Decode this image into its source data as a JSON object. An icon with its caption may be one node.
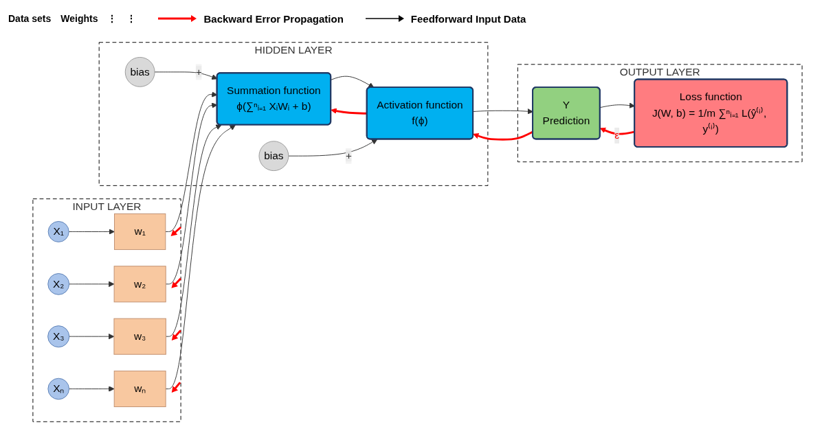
{
  "diagram": {
    "nodes": [
      {
        "text": [
          "INPUT LAYER"
        ]
      },
      {
        "text": [
          "X₁"
        ],
        "in": 0
      },
      {
        "text": [
          "w₁"
        ],
        "in": 0
      },
      {
        "text": [
          "X₂"
        ],
        "in": 0
      },
      {
        "text": [
          "w₂"
        ],
        "in": 0
      },
      {
        "text": [
          "X₃"
        ],
        "in": 0
      },
      {
        "text": [
          "w₃"
        ],
        "in": 0
      },
      {
        "text": [
          "Xₙ"
        ],
        "in": 0
      },
      {
        "text": [
          "wₙ"
        ],
        "in": 0
      },
      {
        "text": [
          "HIDDEN LAYER"
        ]
      },
      {
        "text": [
          "Summation function",
          "ϕ(∑ⁿᵢ₌₁ XᵢWᵢ + b)"
        ],
        "in": 9
      },
      {
        "text": [
          "Activation function",
          "f(ϕ)"
        ],
        "in": 9
      },
      {
        "text": [
          "bias"
        ],
        "in": 9
      },
      {
        "text": [
          "bias"
        ],
        "in": 9
      },
      {
        "text": [
          "OUTPUT LAYER"
        ]
      },
      {
        "text": [
          "Loss function",
          "J(W, b) = 1/m ∑ⁿᵢ₌₁ L(ŷ⁽ⁱ⁾, y⁽ⁱ⁾)"
        ],
        "in": 14
      },
      {
        "text": [
          "Y",
          "Prediction"
        ],
        "in": 14
      }
    ],
    "edges": [
      {
        "from": 1,
        "to": 2,
        "arrow": "to"
      },
      {
        "from": 3,
        "to": 4,
        "arrow": "to"
      },
      {
        "from": 5,
        "to": 6,
        "arrow": "to"
      },
      {
        "from": 7,
        "to": 8,
        "arrow": "to"
      },
      {
        "from": 2,
        "to": 10,
        "arrow": "to"
      },
      {
        "from": 4,
        "to": 10,
        "arrow": "to"
      },
      {
        "from": 6,
        "to": 10,
        "arrow": "to"
      },
      {
        "from": 8,
        "to": 10,
        "arrow": "to"
      },
      {
        "from": 12,
        "to": 10,
        "label": "+",
        "arrow": "to"
      },
      {
        "from": 10,
        "to": 11,
        "arrow": "to"
      },
      {
        "from": 11,
        "to": 10,
        "arrow": "to",
        "color": "#ff0000",
        "style": "thick"
      },
      {
        "from": 13,
        "to": 11,
        "label": "+",
        "arrow": "to"
      },
      {
        "from": 11,
        "to": 16,
        "arrow": "to"
      },
      {
        "from": 16,
        "to": 11,
        "arrow": "to",
        "color": "#ff0000",
        "style": "thick"
      },
      {
        "from": 16,
        "to": 15,
        "arrow": "to"
      },
      {
        "from": 15,
        "to": 16,
        "label": "ε",
        "arrow": "to",
        "color": "#ff0000",
        "style": "thick"
      }
    ],
    "labels": [
      "Data sets",
      "Weights",
      "⋮",
      "⋮"
    ],
    "legend": [
      {
        "text": "Backward Error Propagation"
      },
      {
        "text": "Feedforward Input Data"
      }
    ]
  }
}
